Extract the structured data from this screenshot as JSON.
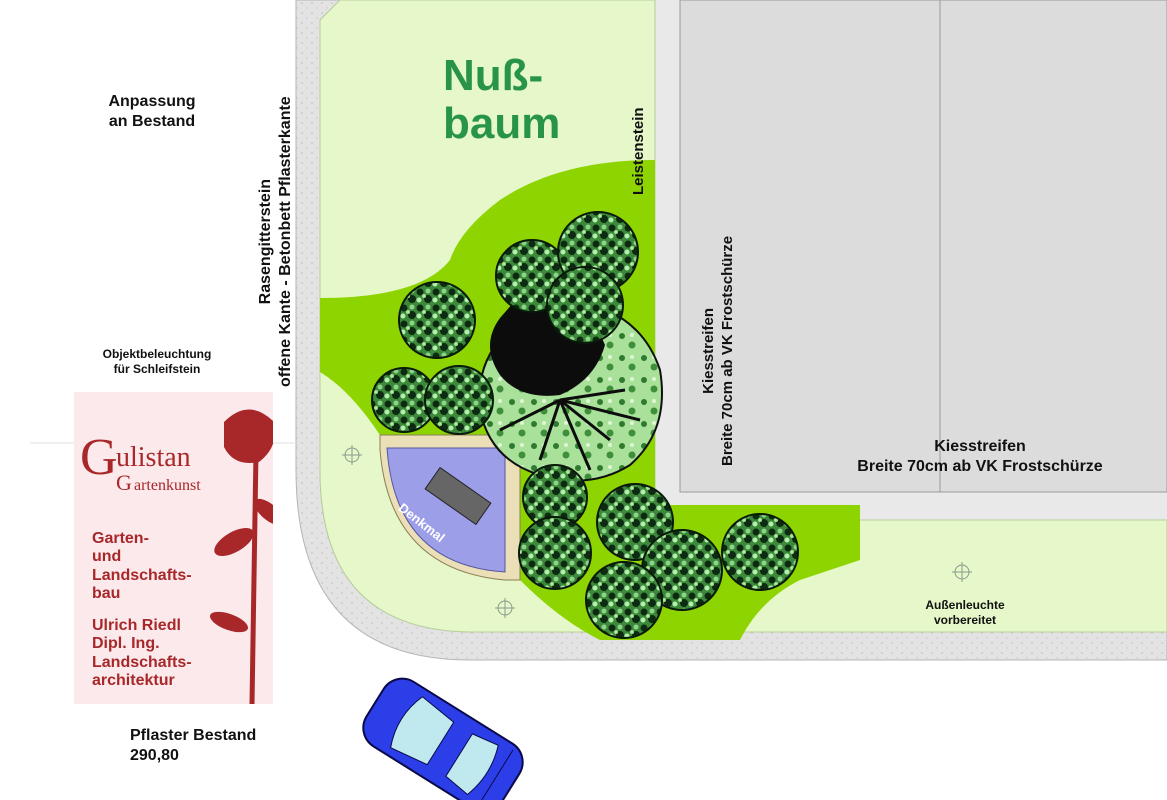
{
  "labels": {
    "title_line1": "Nuß-",
    "title_line2": "baum",
    "anpassung_line1": "Anpassung",
    "anpassung_line2": "an Bestand",
    "objekt_line1": "Objektbeleuchtung",
    "objekt_line2": "für Schleifstein",
    "rasen_line1": "Rasengitterstein",
    "rasen_line2": "offene Kante - Betonbett Pflasterkante",
    "leistenstein": "Leistenstein",
    "kies_vert_line1": "Kiesstreifen",
    "kies_vert_line2": "Breite 70cm ab VK Frostschürze",
    "kies_horiz_line1": "Kiesstreifen",
    "kies_horiz_line2": "Breite 70cm ab VK Frostschürze",
    "denkmal": "Denkmal",
    "aussen_line1": "Außenleuchte",
    "aussen_line2": "vorbereitet",
    "pflaster_line1": "Pflaster Bestand",
    "pflaster_line2": "290,80"
  },
  "logo": {
    "big_g": "G",
    "ulistan": "ulistan",
    "big_g2": "G",
    "artenkunst": "artenkunst",
    "block1": [
      "Garten-",
      "und",
      "Landschafts-",
      "bau"
    ],
    "block2": [
      "Ulrich Riedl",
      "Dipl. Ing.",
      "Landschafts-",
      "architektur"
    ]
  },
  "colors": {
    "lawn_light": "#e6f7c9",
    "lawn_green": "#8ed400",
    "gravel": "#e3e3e3",
    "paving": "#dcdcdc",
    "denkmal_fill": "#9d9ee8",
    "logo_red": "#a8282a",
    "title_green": "#279446",
    "car_blue": "#2b3ee8"
  }
}
